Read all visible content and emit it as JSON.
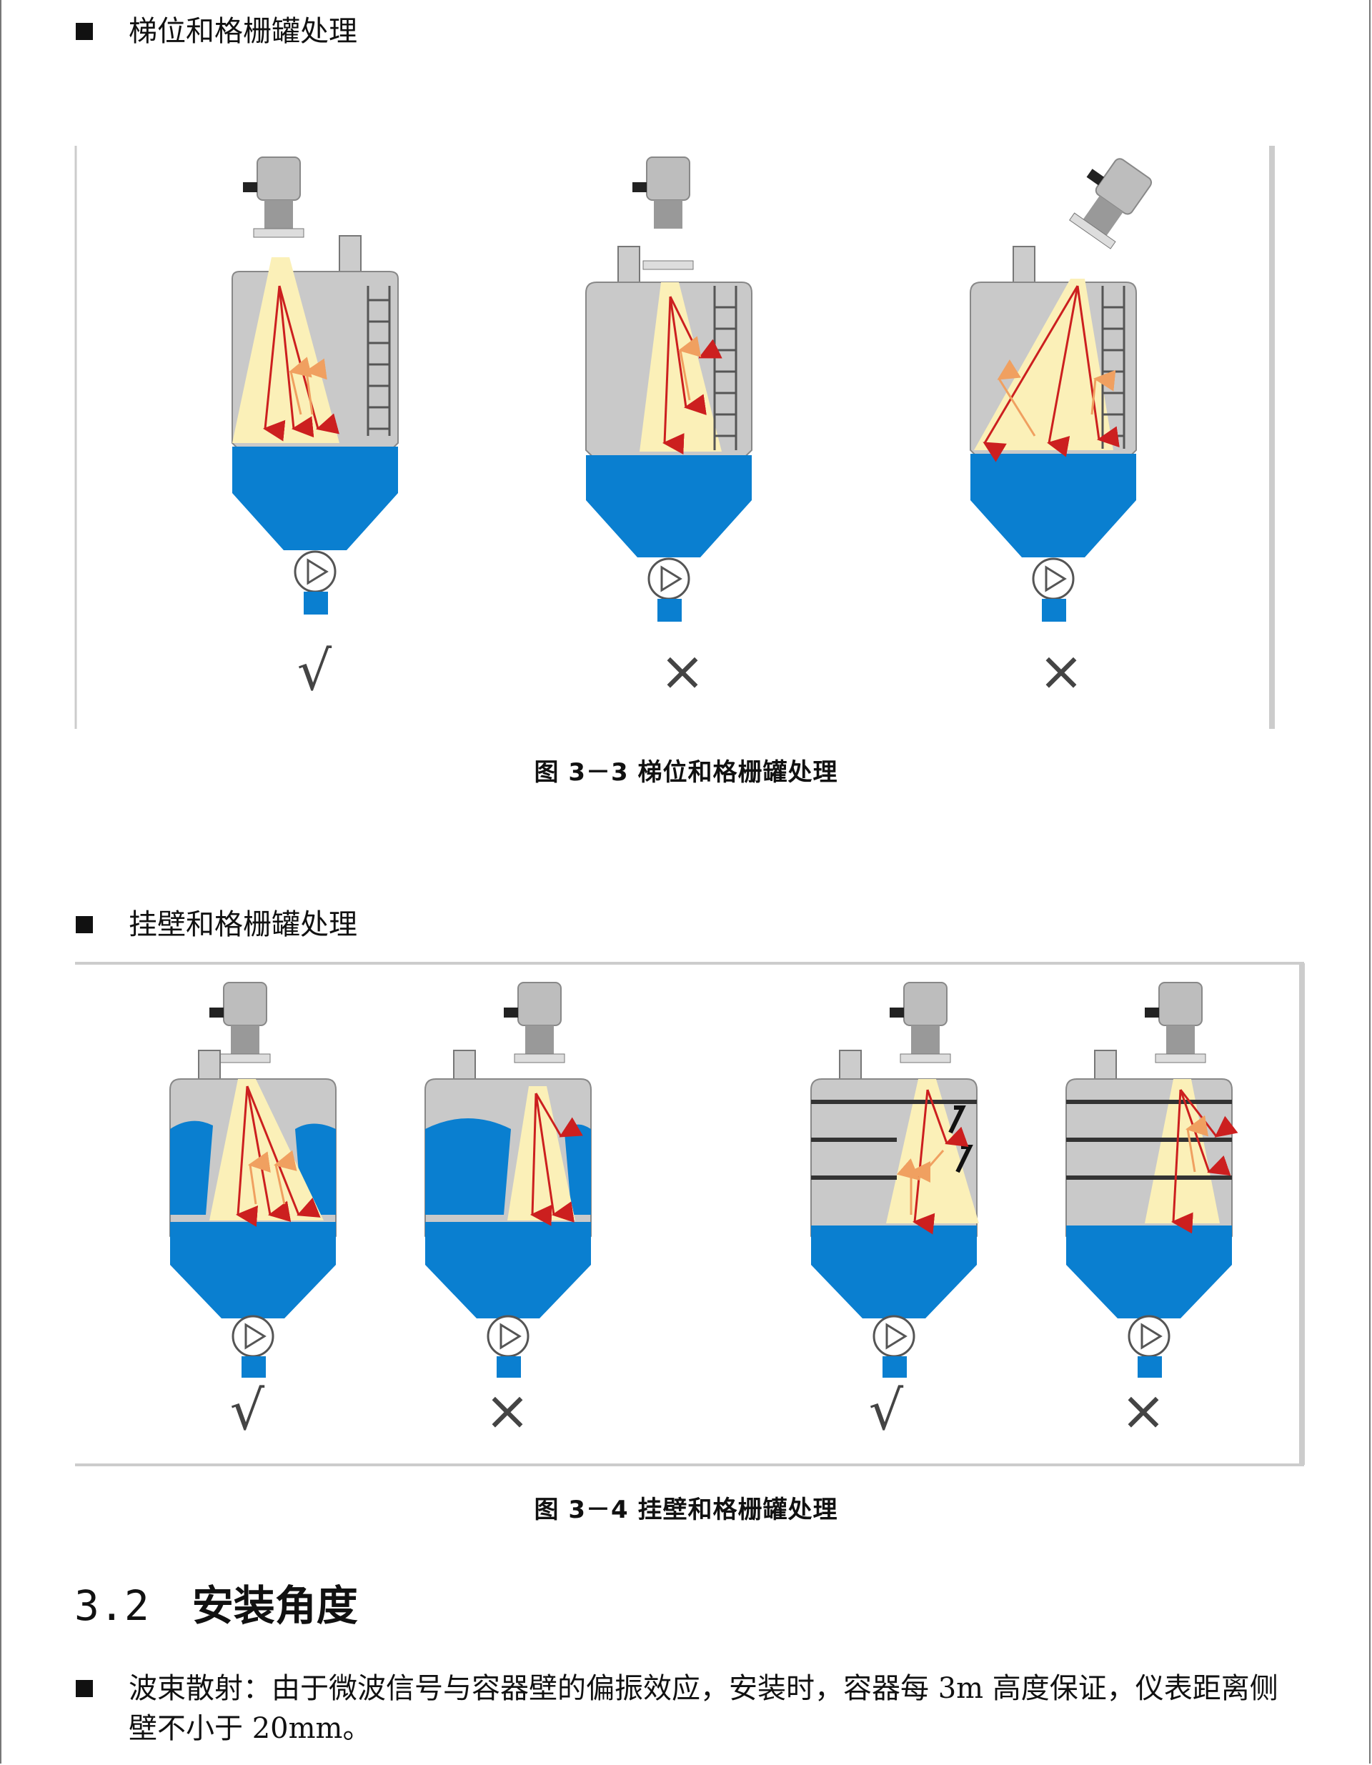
{
  "section1": {
    "bullet_text": "梯位和格栅罐处理"
  },
  "figure1": {
    "caption": "图 3－3 梯位和格栅罐处理",
    "marks": [
      "√",
      "×",
      "×"
    ]
  },
  "section2": {
    "bullet_text": "挂壁和格栅罐处理"
  },
  "figure2": {
    "caption": "图 3－4 挂壁和格栅罐处理",
    "marks": [
      "√",
      "×",
      "√",
      "×"
    ]
  },
  "heading": {
    "number": "3.2",
    "title": "安装角度"
  },
  "paragraph": {
    "text": "波束散射：由于微波信号与容器壁的偏振效应，安装时，容器每 3m 高度保证，仪表距离侧壁不小于 20mm。"
  },
  "colors": {
    "tank_gray": "#c9c9c9",
    "tank_outline": "#888888",
    "liquid_blue": "#0a7fd0",
    "beam_yellow": "#fbf0b8",
    "arrow_red": "#cc1f1f",
    "arrow_orange": "#f0a060"
  }
}
